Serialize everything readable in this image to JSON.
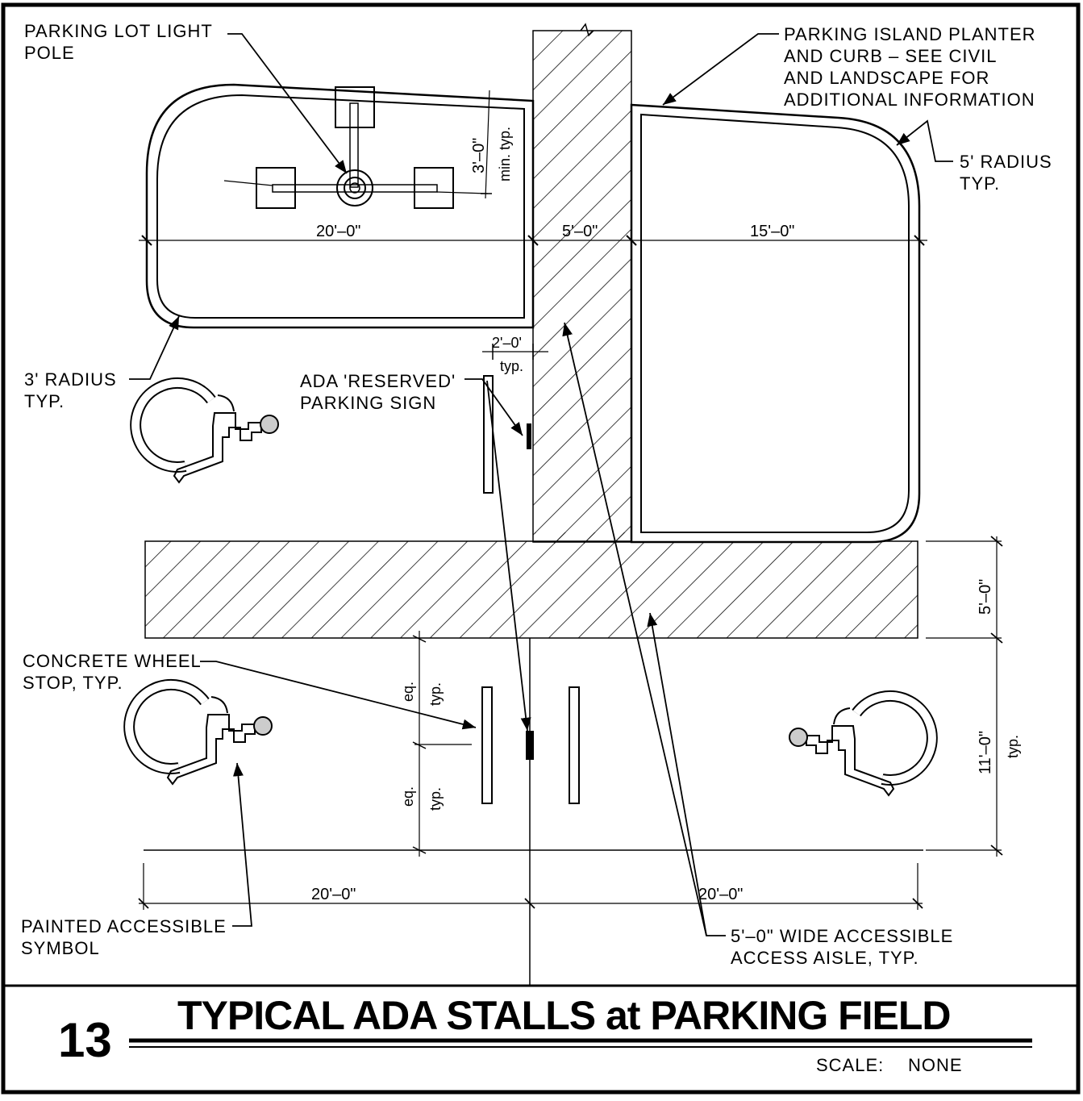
{
  "detail": {
    "number": "13",
    "title": "TYPICAL ADA STALLS at PARKING FIELD",
    "scale_label": "SCALE:",
    "scale_value": "NONE"
  },
  "notes": {
    "light_pole": [
      "PARKING LOT LIGHT",
      "POLE"
    ],
    "planter": [
      "PARKING ISLAND PLANTER",
      "AND CURB – SEE CIVIL",
      "AND LANDSCAPE FOR",
      "ADDITIONAL  INFORMATION"
    ],
    "radius_5": [
      "5' RADIUS",
      "TYP."
    ],
    "radius_3": [
      "3' RADIUS",
      "TYP."
    ],
    "ada_sign": [
      "ADA 'RESERVED'",
      "PARKING SIGN"
    ],
    "wheel_stop": [
      "CONCRETE WHEEL",
      "STOP, TYP."
    ],
    "painted_symbol": [
      "PAINTED ACCESSIBLE",
      "SYMBOL"
    ],
    "access_aisle": [
      "5'–0\"  WIDE  ACCESSIBLE",
      "ACCESS  AISLE, TYP."
    ]
  },
  "dimensions": {
    "island_left": "20'–0\"",
    "aisle": "5'–0\"",
    "island_right": "15'–0\"",
    "min_clear": "3'–0\"",
    "min_clear_note": "min. typ.",
    "sign_offset": "2'–0'",
    "sign_offset_note": "typ.",
    "horizontal_aisle": "5'–0\"",
    "stall_width": "11'–0\"",
    "stall_width_note": "typ.",
    "eq": "eq.",
    "typ": "typ.",
    "stall_left": "20'–0\"",
    "stall_right": "20'–0\""
  }
}
